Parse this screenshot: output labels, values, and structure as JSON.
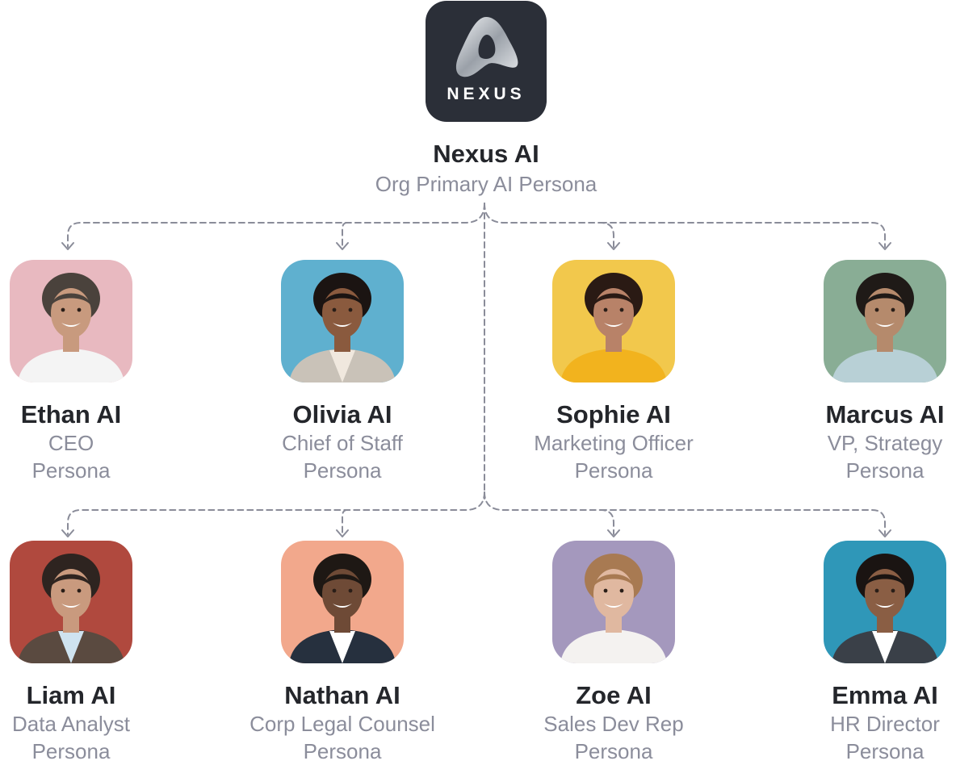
{
  "root": {
    "logo_text": "NEXUS",
    "name": "Nexus AI",
    "subtitle": "Org Primary AI Persona",
    "icon": "nexus-logo-icon"
  },
  "colors": {
    "line": "#8a8c99",
    "name_text": "#24262b",
    "sub_text": "#8b8d9b",
    "logo_bg": "#2b2f38"
  },
  "personas": [
    {
      "name": "Ethan AI",
      "role": "CEO",
      "kind": "Persona",
      "bg": "#e8b9c0",
      "skin": "#c89a7e",
      "hair": "#4a423c",
      "shirt": "#f4f4f4",
      "jacket": ""
    },
    {
      "name": "Olivia AI",
      "role": "Chief of Staff",
      "kind": "Persona",
      "bg": "#5fb0cf",
      "skin": "#8a5a3e",
      "hair": "#1b1412",
      "shirt": "#f0e8de",
      "jacket": "#c9c2b8"
    },
    {
      "name": "Sophie AI",
      "role": "Marketing Officer",
      "kind": "Persona",
      "bg": "#f2c84c",
      "skin": "#b88268",
      "hair": "#2a1a14",
      "shirt": "#f2b31e",
      "jacket": ""
    },
    {
      "name": "Marcus AI",
      "role": "VP, Strategy",
      "kind": "Persona",
      "bg": "#89ad95",
      "skin": "#b58a6c",
      "hair": "#1f1a17",
      "shirt": "#b8d0d6",
      "jacket": ""
    },
    {
      "name": "Liam AI",
      "role": "Data Analyst",
      "kind": "Persona",
      "bg": "#b0493e",
      "skin": "#c99a7e",
      "hair": "#2e2420",
      "shirt": "#cfe3f0",
      "jacket": "#5a4a40"
    },
    {
      "name": "Nathan AI",
      "role": "Corp Legal Counsel",
      "kind": "Persona",
      "bg": "#f2a88c",
      "skin": "#6e4a36",
      "hair": "#1e1814",
      "shirt": "#ffffff",
      "jacket": "#26303e"
    },
    {
      "name": "Zoe AI",
      "role": "Sales Dev Rep",
      "kind": "Persona",
      "bg": "#a498bd",
      "skin": "#e0b8a0",
      "hair": "#a87a52",
      "shirt": "#f4f2f0",
      "jacket": ""
    },
    {
      "name": "Emma AI",
      "role": "HR Director",
      "kind": "Persona",
      "bg": "#2f97b8",
      "skin": "#8a5e44",
      "hair": "#1a1412",
      "shirt": "#ffffff",
      "jacket": "#3a4048"
    }
  ]
}
